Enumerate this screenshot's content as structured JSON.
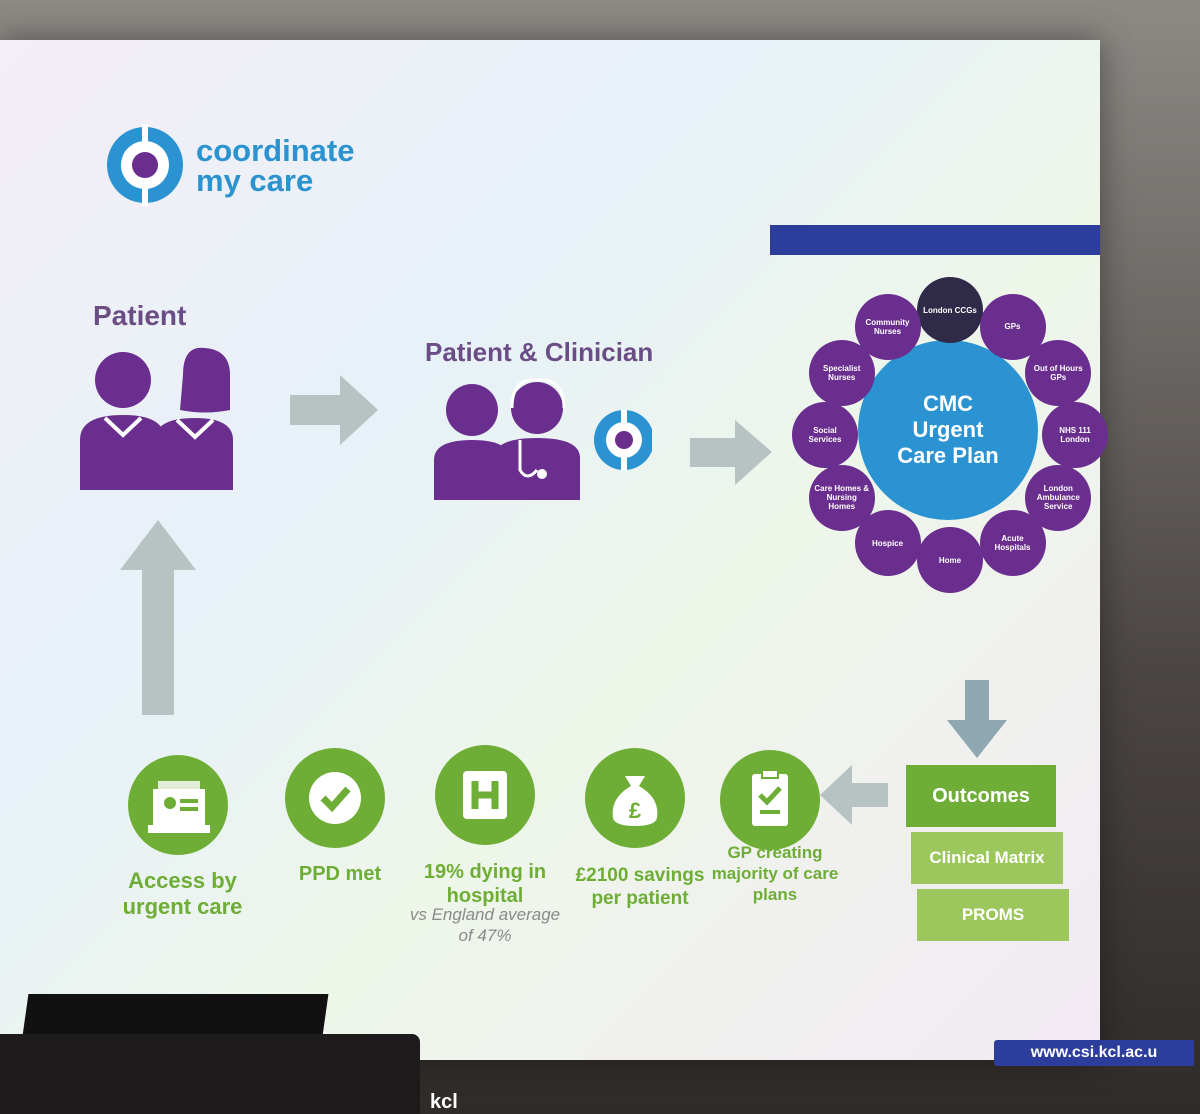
{
  "logo": {
    "line1": "coordinate",
    "line2": "my care"
  },
  "patient_label": "Patient",
  "patient_clinician_label": "Patient & Clinician",
  "center": {
    "line1": "CMC",
    "line2": "Urgent",
    "line3": "Care Plan"
  },
  "ring_nodes": [
    {
      "label": "London CCGs"
    },
    {
      "label": "GPs"
    },
    {
      "label": "Out of Hours GPs"
    },
    {
      "label": "NHS 111 London"
    },
    {
      "label": "London Ambulance Service"
    },
    {
      "label": "Acute Hospitals"
    },
    {
      "label": "Home"
    },
    {
      "label": "Hospice"
    },
    {
      "label": "Care Homes & Nursing Homes"
    },
    {
      "label": "Social Services"
    },
    {
      "label": "Specialist Nurses"
    },
    {
      "label": "Community Nurses"
    }
  ],
  "outcomes": {
    "main": "Outcomes",
    "sub1": "Clinical Matrix",
    "sub2": "PROMS"
  },
  "metrics": [
    {
      "label": "Access by urgent care",
      "sub": ""
    },
    {
      "label": "PPD met",
      "sub": ""
    },
    {
      "label": "19% dying in hospital",
      "sub": "vs England average of 47%"
    },
    {
      "label": "£2100 savings per patient",
      "sub": ""
    },
    {
      "label": "GP creating majority of care plans",
      "sub": ""
    }
  ],
  "footer": {
    "url": "www.csi.kcl.ac.u",
    "kcl": "kcl"
  },
  "colors": {
    "purple": "#6a2e8e",
    "blue": "#2b93d1",
    "green": "#6fae36",
    "navy": "#2c3d9c",
    "arrow_grey": "#b7c3c3"
  }
}
